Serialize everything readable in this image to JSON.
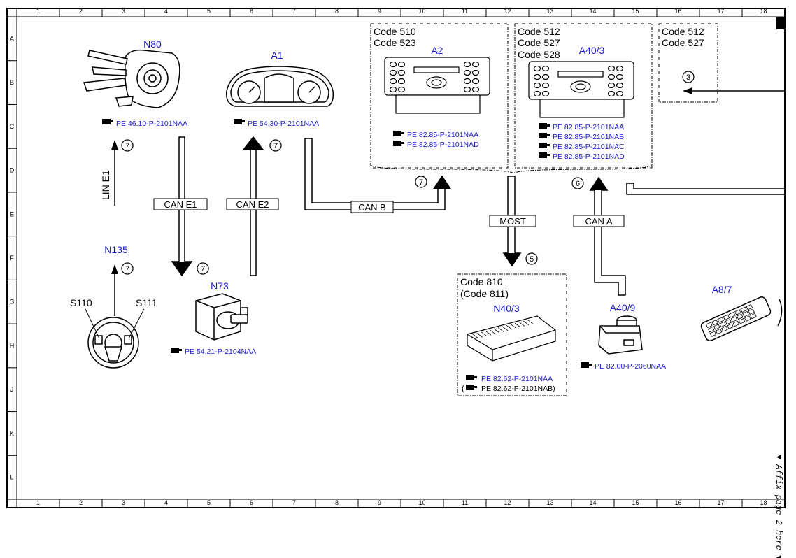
{
  "grid": {
    "columns": [
      "1",
      "2",
      "3",
      "4",
      "5",
      "6",
      "7",
      "8",
      "9",
      "10",
      "11",
      "12",
      "13",
      "14",
      "15",
      "16",
      "17",
      "18"
    ],
    "rows": [
      "A",
      "B",
      "C",
      "D",
      "E",
      "F",
      "G",
      "H",
      "J",
      "K",
      "L"
    ]
  },
  "components": {
    "n80": {
      "name": "N80",
      "ref": "PE 46.10-P-2101NAA"
    },
    "a1": {
      "name": "A1",
      "ref": "PE 54.30-P-2101NAA"
    },
    "a2": {
      "name": "A2",
      "codes": [
        "Code 510",
        "Code 523"
      ],
      "refs": [
        "PE 82.85-P-2101NAA",
        "PE 82.85-P-2101NAD"
      ]
    },
    "a40_3": {
      "name": "A40/3",
      "codes": [
        "Code 512",
        "Code 527",
        "Code 528"
      ],
      "refs": [
        "PE 82.85-P-2101NAA",
        "PE 82.85-P-2101NAB",
        "PE 82.85-P-2101NAC",
        "PE 82.85-P-2101NAD"
      ]
    },
    "ext": {
      "codes": [
        "Code 512",
        "Code 527"
      ]
    },
    "n135": {
      "name": "N135",
      "s110": "S110",
      "s111": "S111"
    },
    "n73": {
      "name": "N73",
      "ref": "PE 54.21-P-2104NAA"
    },
    "n40_3": {
      "name": "N40/3",
      "codes": [
        "Code 810",
        "(Code 811)"
      ],
      "ref1": "PE 82.62-P-2101NAA",
      "ref2_open": "(",
      "ref2": "PE 82.62-P-2101NAB)"
    },
    "a40_9": {
      "name": "A40/9",
      "ref": "PE 82.00-P-2060NAA"
    },
    "a8_7": {
      "name": "A8/7"
    }
  },
  "buses": {
    "lin_e1": "LIN E1",
    "can_e1": "CAN E1",
    "can_e2": "CAN E2",
    "can_b": "CAN B",
    "most": "MOST",
    "can_a": "CAN A"
  },
  "markers": {
    "m7": "7",
    "m5": "5",
    "m6": "6",
    "m3": "3"
  },
  "affix_note": "▼ Affix page 2 here ▼"
}
